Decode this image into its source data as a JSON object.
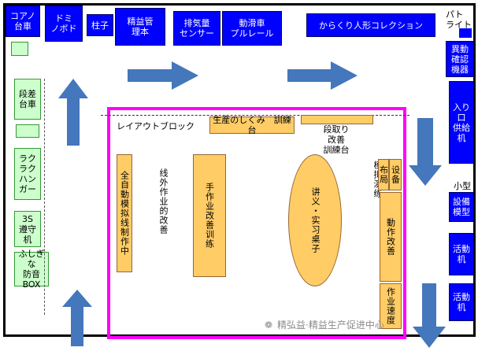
{
  "colors": {
    "blue": "#0000ff",
    "green": "#ccffcc",
    "orange": "#ffcc66",
    "magenta": "#ff00ff",
    "arrow": "#4477bb"
  },
  "top_row": {
    "core_cart": "コアノ\n台車",
    "dolly": "ドミ\nノボド",
    "column": "柱子",
    "lean_panel": "精益管\n理本",
    "sensor": "排気量\nセンサー",
    "pulley": "動滑車\nプルレール",
    "karakuri": "からくり人形コレクション",
    "patrol": "パト\nライト"
  },
  "left_column": {
    "step_cart": "段差\n台車",
    "easy_hanger": "ラクラク\nハンガー",
    "three_s": "3S\n遵守机",
    "mystery_box": "ふしぎな\n防音\nBOX"
  },
  "right_column": {
    "item1": "異動\n確認\n機器",
    "item2": "入り口\n供給机",
    "small_model_label": "小型",
    "item3": "設備\n模型",
    "item4": "活動机",
    "item5": "活動机"
  },
  "room": {
    "layout_block": "レイアウトブロック",
    "production_training": "生産のしくみ　訓練台",
    "setup_improvement": "段取り\n改善\n訓練台",
    "auto_model": "全自動模拟线制作中",
    "offline_work": "线外作业的改善",
    "manual_training": "手作业改善训练",
    "lecture_table": "讲义・实习桌子",
    "simulation": "模拟演练",
    "layout_board": "布局",
    "equipment": "设备",
    "motion_improvement": "動作改善",
    "work_speed": "作业速度"
  },
  "watermark": "精弘益·精益生产促进中心"
}
